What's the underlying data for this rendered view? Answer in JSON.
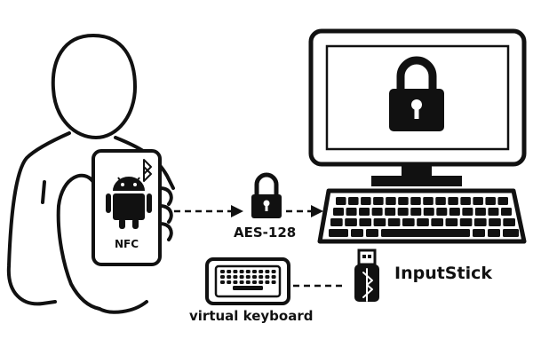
{
  "labels": {
    "nfc": "NFC",
    "aes": "AES-128",
    "inputstick": "InputStick",
    "virtual_keyboard": "virtual keyboard"
  },
  "icons": {
    "person": "person-icon",
    "phone": "smartphone-icon",
    "android": "android-robot-icon",
    "bluetooth": "bluetooth-icon",
    "lock": "padlock-icon",
    "monitor": "desktop-monitor-icon",
    "keyboard": "keyboard-icon",
    "usb_dongle": "usb-dongle-icon"
  },
  "colors": {
    "ink": "#111111",
    "background": "#ffffff"
  }
}
